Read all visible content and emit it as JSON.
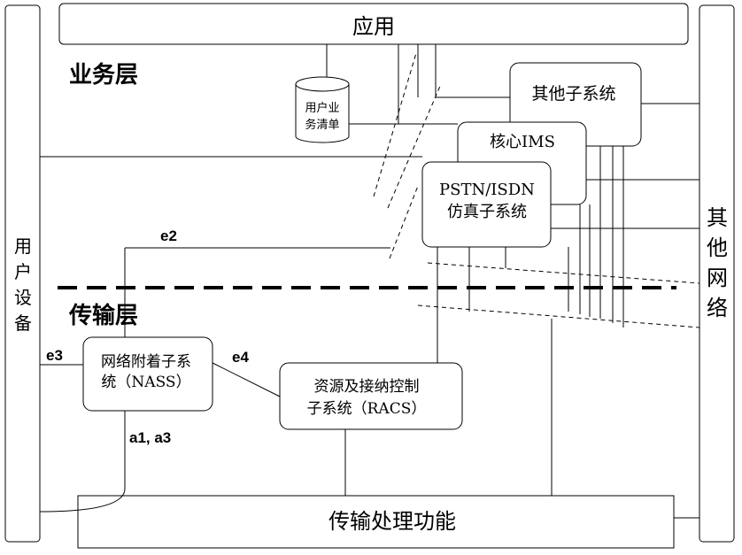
{
  "labels": {
    "app": "应用",
    "service_layer": "业务层",
    "transport_layer": "传输层",
    "user_equipment": [
      "用",
      "户",
      "设",
      "备"
    ],
    "other_networks": [
      "其",
      "他",
      "网",
      "络"
    ],
    "db": [
      "用户业",
      "务清单"
    ],
    "other_subsystems": "其他子系统",
    "core_ims": "核心IMS",
    "pstn": [
      "PSTN/ISDN",
      "仿真子系统"
    ],
    "nass": [
      "网络附着子系",
      "统（NASS）"
    ],
    "racs": [
      "资源及接纳控制",
      "子系统（RACS）"
    ],
    "transfer": "传输处理功能",
    "e2": "e2",
    "e3": "e3",
    "e4": "e4",
    "a1a3": "a1, a3"
  }
}
